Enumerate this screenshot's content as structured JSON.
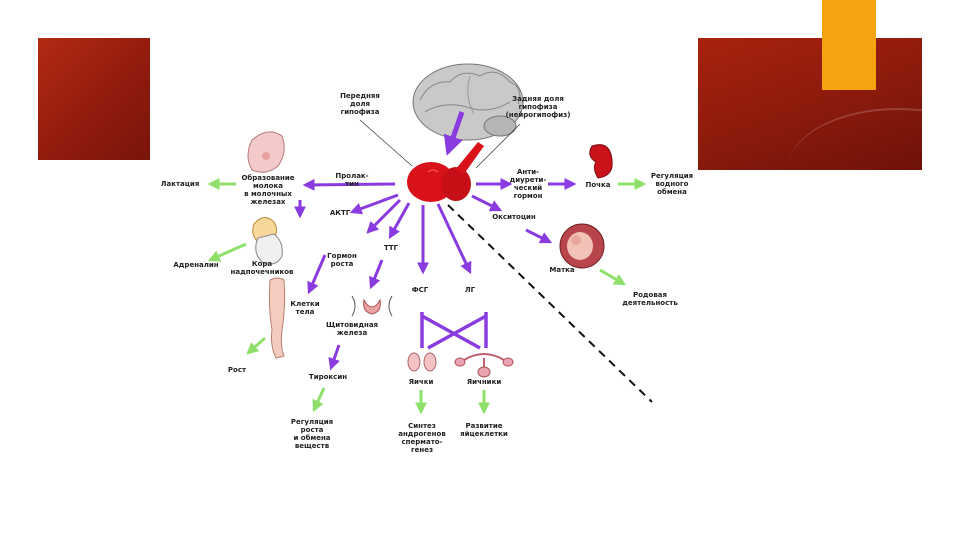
{
  "colors": {
    "banner": "#8e1a0d",
    "accent": "#f5a30f",
    "hormone_arrow": "#8a3be0",
    "effect_arrow": "#8ee06a",
    "gland": "#d9121a",
    "dashed_line": "#111111"
  },
  "labels": {
    "anterior_lobe": [
      "Передняя",
      "доля",
      "гипофиза"
    ],
    "posterior_lobe": [
      "Задняя доля",
      "гипофиза",
      "(нейрогипофиз)"
    ],
    "prolactin": [
      "Пролак-",
      "тин"
    ],
    "milk_formation": [
      "Образование",
      "молока",
      "в молочных",
      "железах"
    ],
    "lactation": [
      "Лактация"
    ],
    "actg": [
      "АКТГ"
    ],
    "adrenal_cortex": [
      "Кора",
      "надпочечников"
    ],
    "adrenalin": [
      "Адреналин"
    ],
    "growth_hormone": [
      "Гормон",
      "роста"
    ],
    "body_cells": [
      "Клетки",
      "тела"
    ],
    "growth": [
      "Рост"
    ],
    "ttg": [
      "ТТГ"
    ],
    "thyroid": [
      "Щитовидная",
      "железа"
    ],
    "thyroxine": [
      "Тироксин"
    ],
    "metabolism_regulation": [
      "Регуляция",
      "роста",
      "и обмена",
      "веществ"
    ],
    "fsg": [
      "ФСГ"
    ],
    "lg": [
      "ЛГ"
    ],
    "testes": [
      "Яички"
    ],
    "ovaries": [
      "Яичники"
    ],
    "androgen_synthesis": [
      "Синтез",
      "андрогенов",
      "спермато-",
      "генез"
    ],
    "follicle_development": [
      "Развитие",
      "яйцеклетки"
    ],
    "adh": [
      "Анти-",
      "диурети-",
      "ческий",
      "гормон"
    ],
    "kidney": [
      "Почка"
    ],
    "water_regulation": [
      "Регуляция",
      "водного",
      "обмена"
    ],
    "oxytocin": [
      "Окситоцин"
    ],
    "uterus": [
      "Матка"
    ],
    "labor": [
      "Родовая",
      "деятельность"
    ]
  }
}
